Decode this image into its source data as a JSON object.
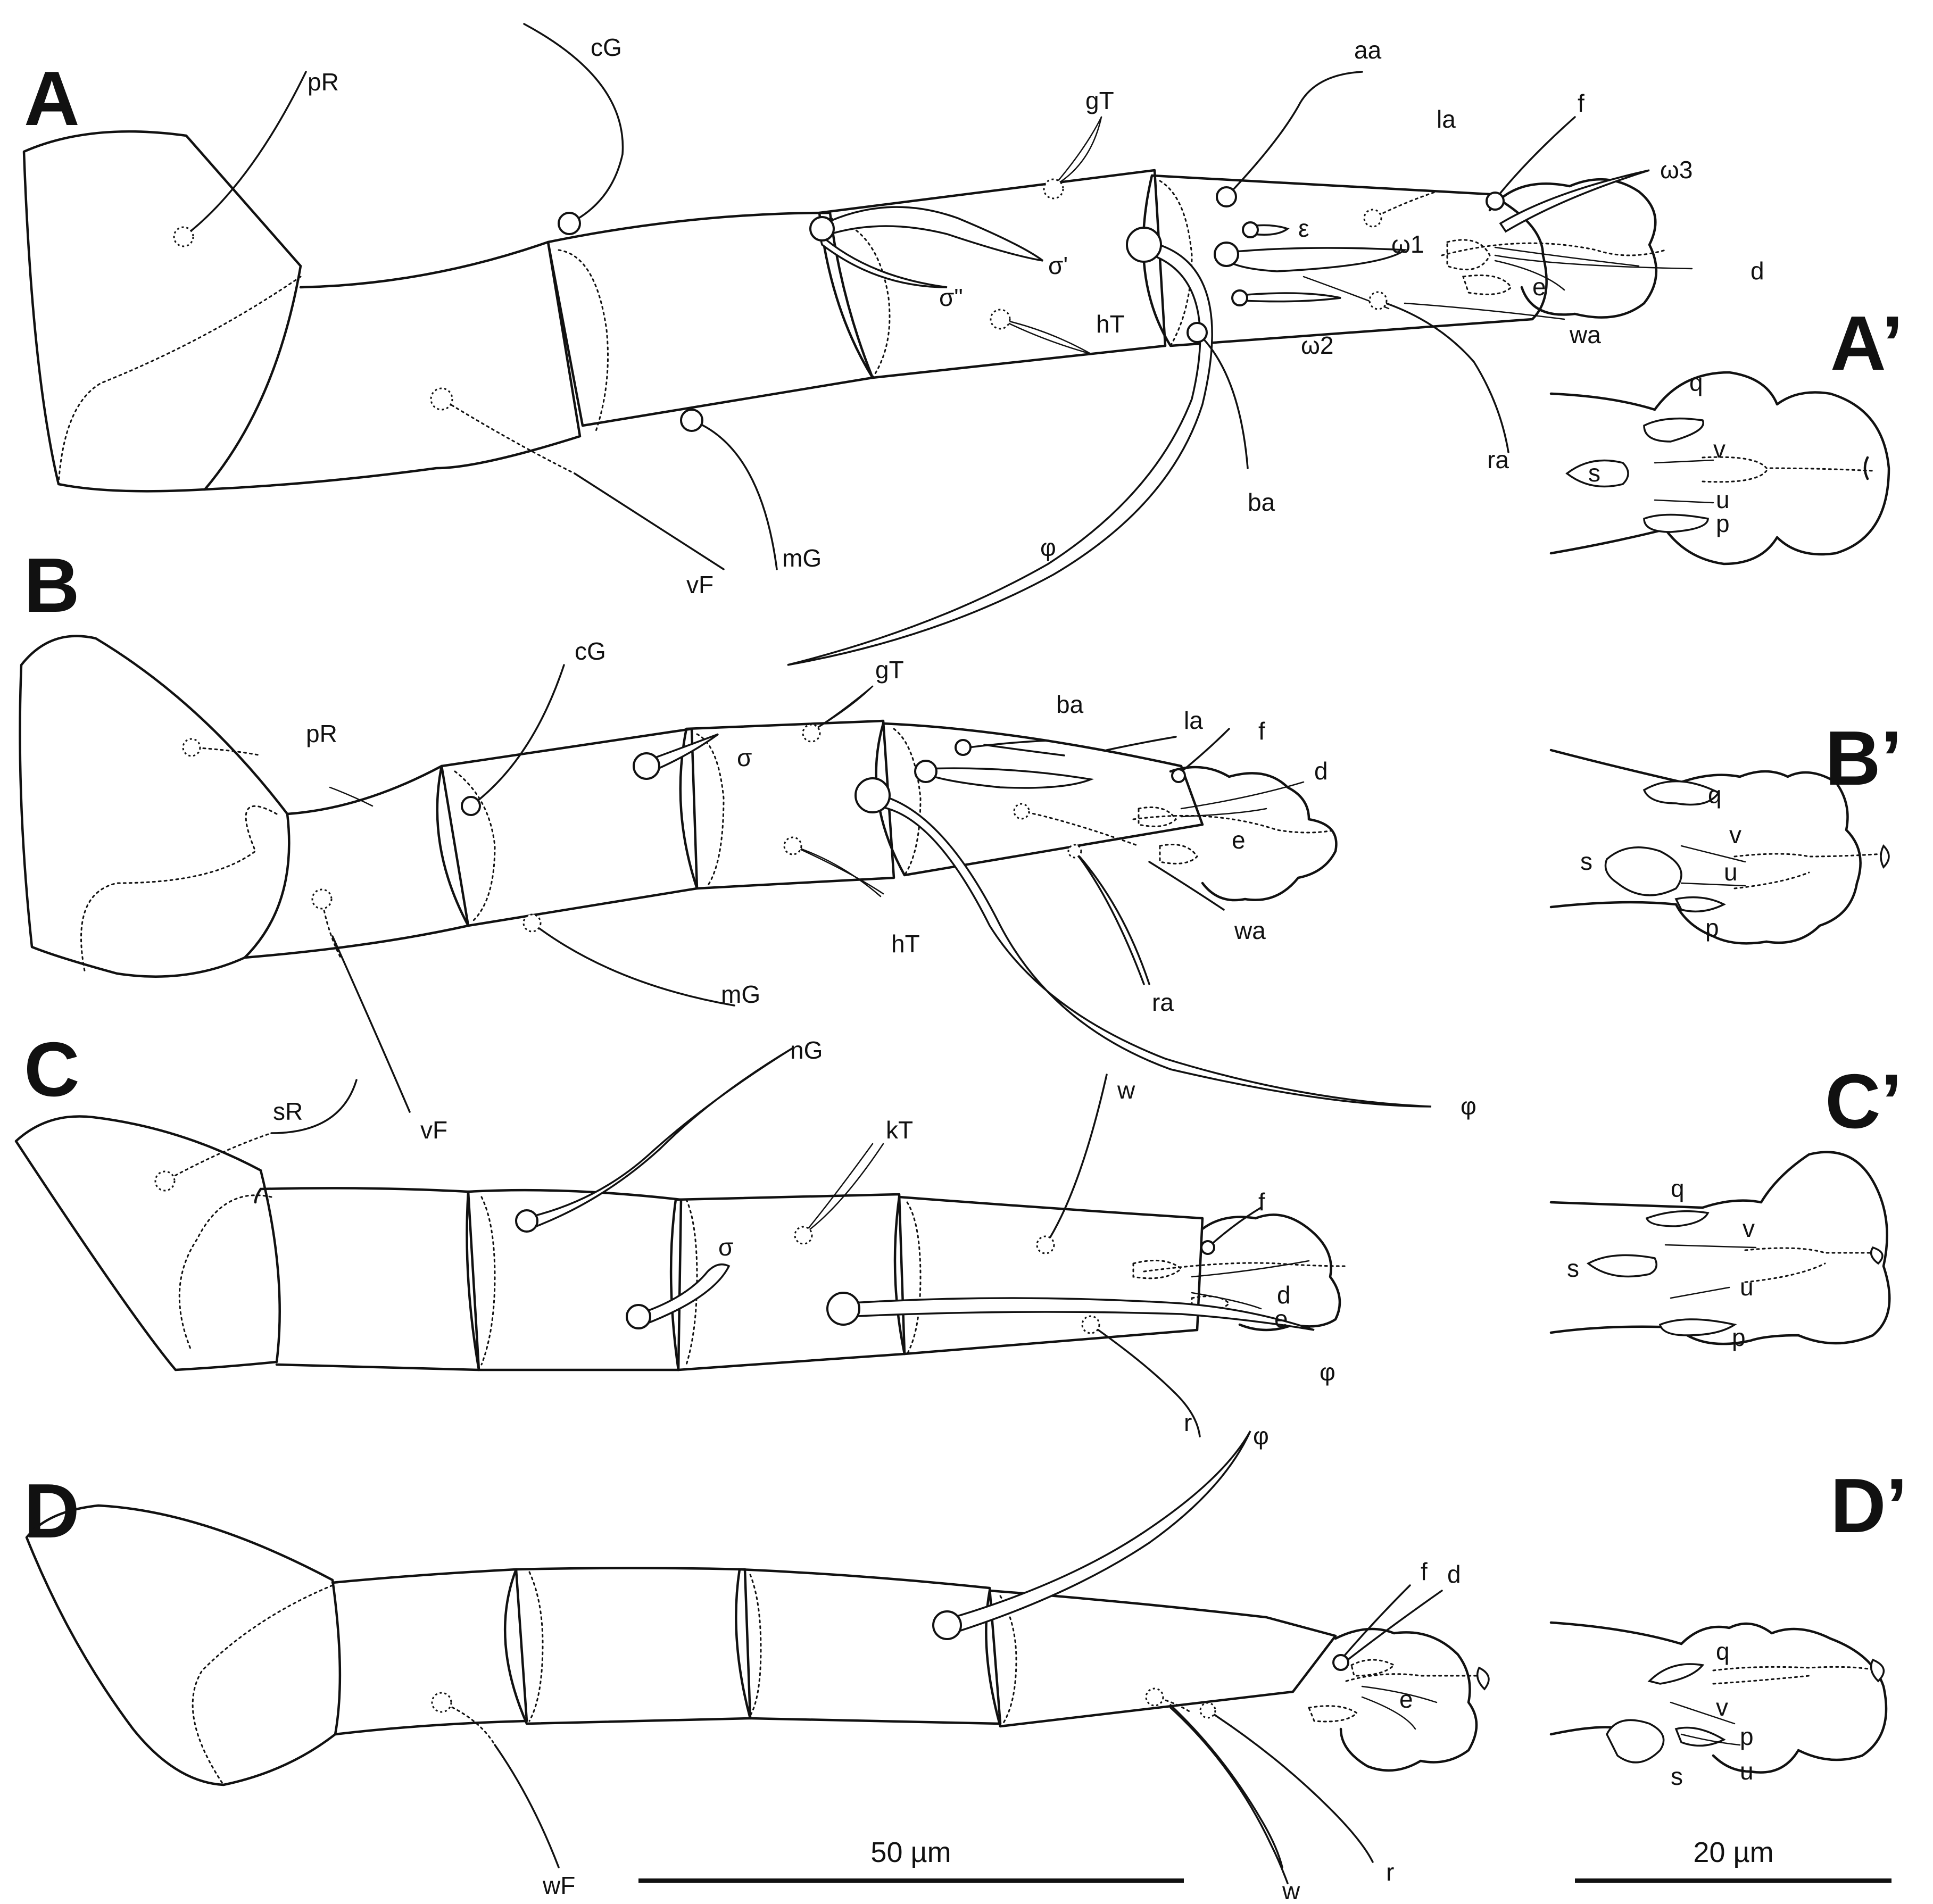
{
  "panels": [
    {
      "id": "A",
      "label": "A"
    },
    {
      "id": "B",
      "label": "B"
    },
    {
      "id": "C",
      "label": "C"
    },
    {
      "id": "D",
      "label": "D"
    },
    {
      "id": "A2",
      "label": "A’"
    },
    {
      "id": "B2",
      "label": "B’"
    },
    {
      "id": "C2",
      "label": "C’"
    },
    {
      "id": "D2",
      "label": "D’"
    }
  ],
  "labels": {
    "A": {
      "pR": "pR",
      "cG": "cG",
      "gT": "gT",
      "aa": "aa",
      "la": "la",
      "f": "f",
      "omega3": "ω3",
      "epsilon": "ε",
      "omega1": "ω1",
      "d": "d",
      "e": "e",
      "sigma1": "σ'",
      "sigma2": "σ\"",
      "hT": "hT",
      "omega2": "ω2",
      "wa": "wa",
      "ra": "ra",
      "ba": "ba",
      "phi": "φ",
      "mG": "mG",
      "vF": "vF"
    },
    "A2": {
      "q": "q",
      "v": "v",
      "s": "s",
      "u": "u",
      "p": "p"
    },
    "B": {
      "pR": "pR",
      "cG": "cG",
      "gT": "gT",
      "ba": "ba",
      "la": "la",
      "f": "f",
      "d": "d",
      "sigma": "σ",
      "e": "e",
      "hT": "hT",
      "wa": "wa",
      "ra": "ra",
      "mG": "mG",
      "vF": "vF",
      "phi": "φ"
    },
    "B2": {
      "q": "q",
      "v": "v",
      "s": "s",
      "u": "u",
      "p": "p"
    },
    "C": {
      "sR": "sR",
      "nG": "nG",
      "kT": "kT",
      "w": "w",
      "f": "f",
      "sigma": "σ",
      "d": "d",
      "e": "e",
      "phi": "φ",
      "r": "r"
    },
    "C2": {
      "q": "q",
      "v": "v",
      "s": "s",
      "u": "u",
      "p": "p"
    },
    "D": {
      "phi": "φ",
      "f": "f",
      "d": "d",
      "e": "e",
      "wF": "wF",
      "w": "w",
      "r": "r"
    },
    "D2": {
      "q": "q",
      "v": "v",
      "p": "p",
      "s": "s",
      "u": "u"
    }
  },
  "scale_bars": {
    "main": "50 µm",
    "pretarsus": "20 µm"
  }
}
